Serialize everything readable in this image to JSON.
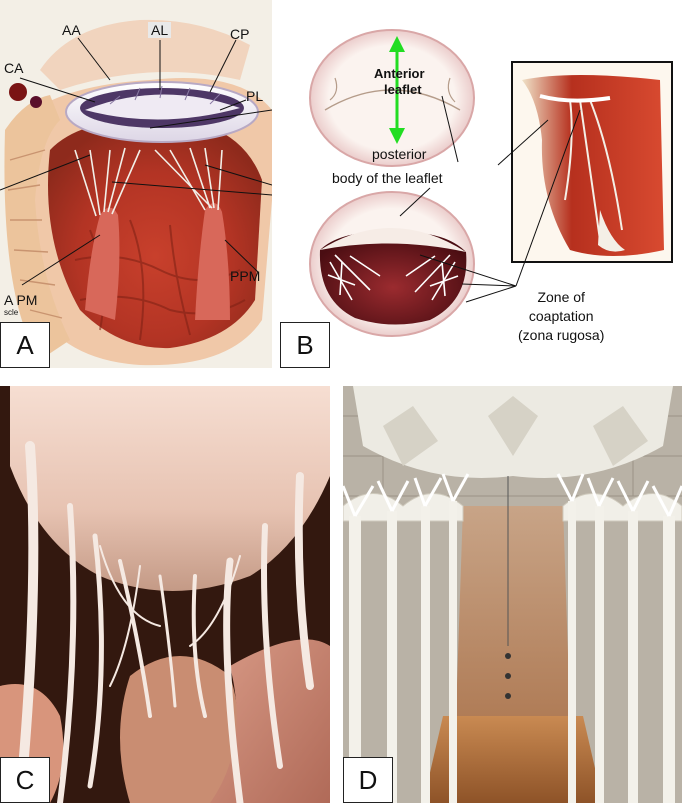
{
  "panels": {
    "a": {
      "letter": "A",
      "labels": {
        "aa": "AA",
        "al": "AL",
        "cp": "CP",
        "ca": "CA",
        "pl": "PL",
        "apm": "A PM",
        "ppm": "PPM",
        "scale": "scle"
      }
    },
    "b": {
      "letter": "B",
      "labels": {
        "anterior": "Anterior",
        "leaflet": "leaflet",
        "posterior": "posterior",
        "body": "body of the leaflet",
        "zone": "Zone of\ncoaptation\n(zona rugosa)"
      },
      "arrow_color": "#22dd22"
    },
    "c": {
      "letter": "C"
    },
    "d": {
      "letter": "D"
    }
  }
}
